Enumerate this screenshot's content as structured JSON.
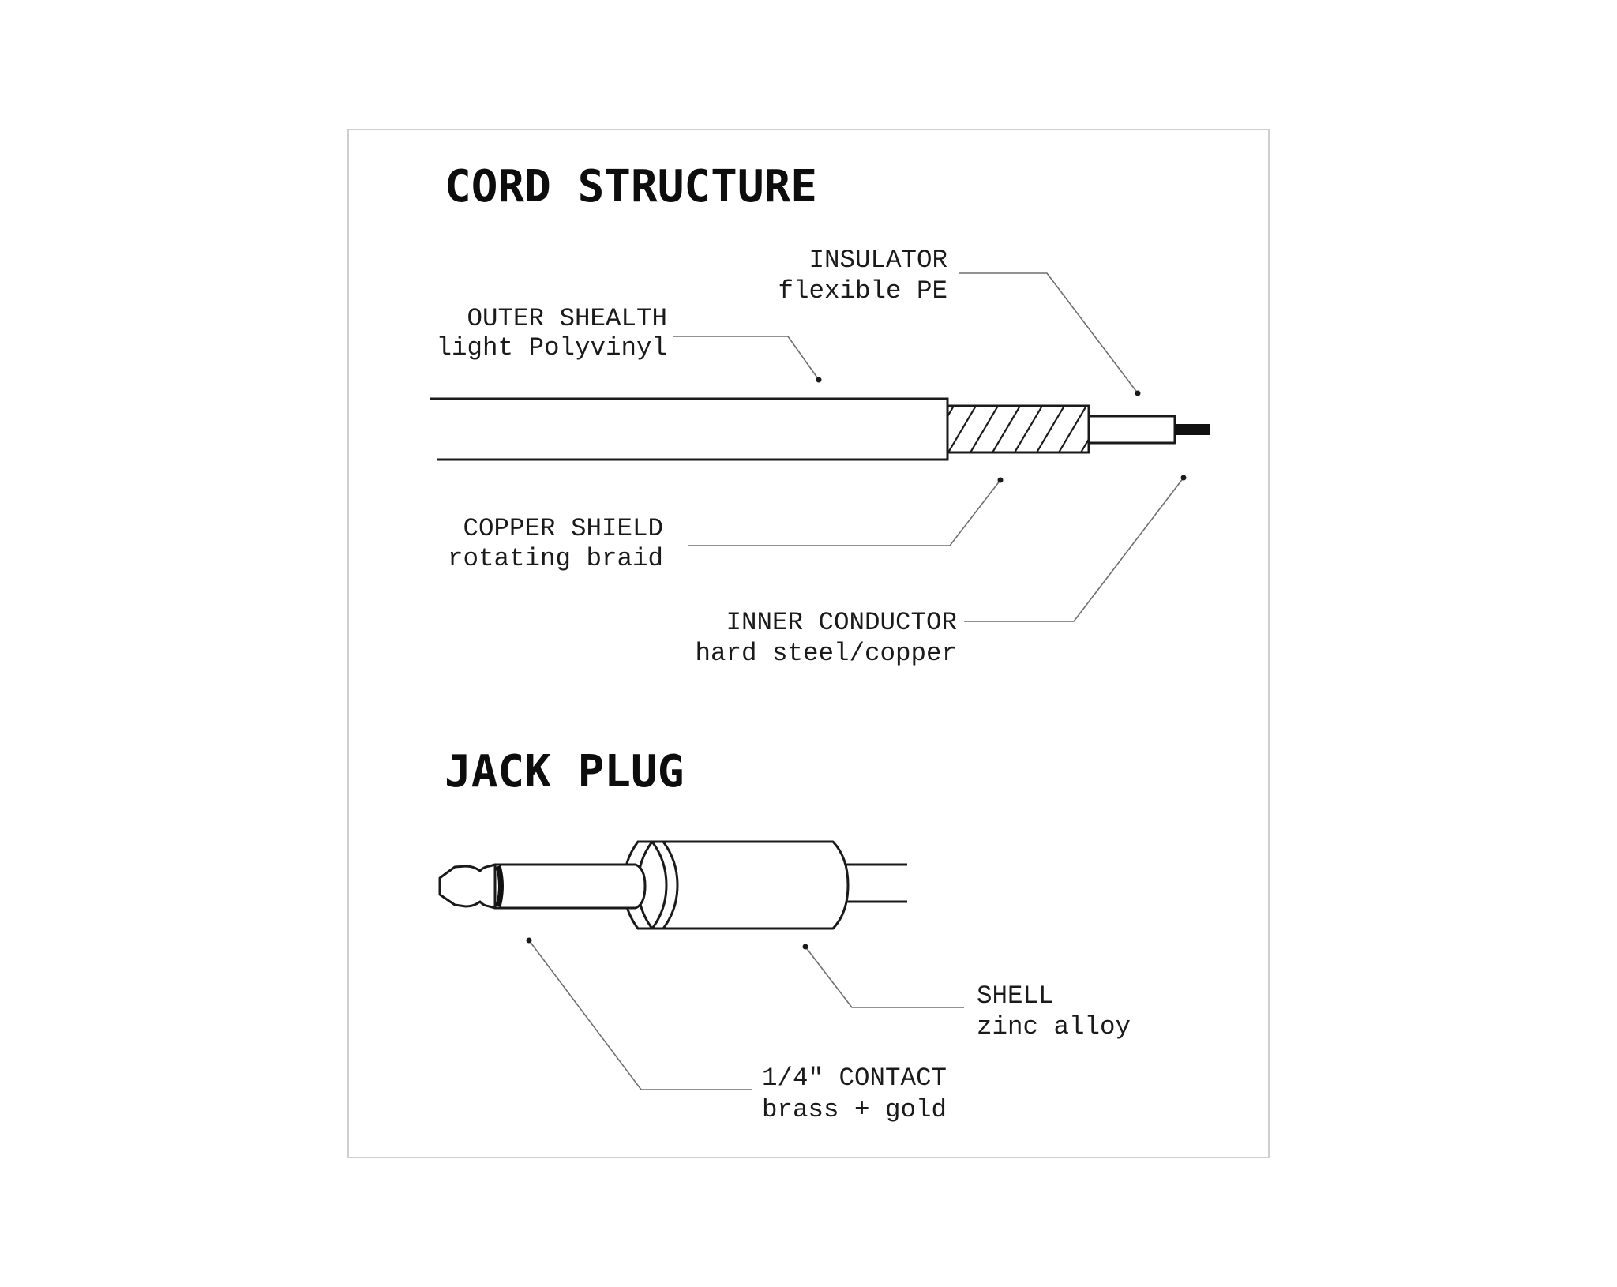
{
  "cord_structure": {
    "title": "CORD STRUCTURE",
    "labels": {
      "outer_sheath": {
        "name": "OUTER SHEALTH",
        "material": "light Polyvinyl"
      },
      "insulator": {
        "name": "INSULATOR",
        "material": "flexible PE"
      },
      "copper_shield": {
        "name": "COPPER SHIELD",
        "material": "rotating braid"
      },
      "inner_conductor": {
        "name": "INNER CONDUCTOR",
        "material": "hard steel/copper"
      }
    }
  },
  "jack_plug": {
    "title": "JACK PLUG",
    "labels": {
      "shell": {
        "name": "SHELL",
        "material": "zinc alloy"
      },
      "contact": {
        "name": "1/4″ CONTACT",
        "material": "brass + gold"
      }
    }
  },
  "colors": {
    "ink": "#1a1a1a",
    "leader": "#6e6e6e",
    "frame": "#cfcfcf"
  }
}
